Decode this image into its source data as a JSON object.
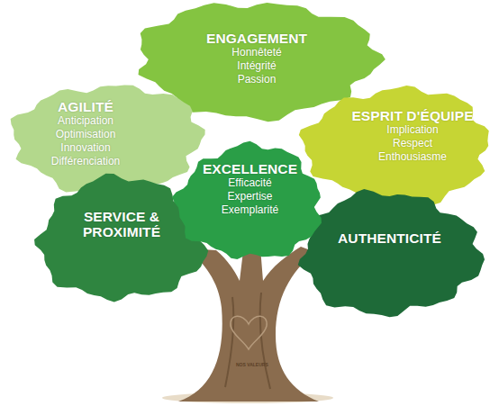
{
  "diagram": {
    "nodes": [
      {
        "text": [
          "ENGAGEMENT",
          "Honnêteté",
          "Intégrité",
          "Passion"
        ]
      },
      {
        "text": [
          "AGILITÉ",
          "Anticipation",
          "Optimisation",
          "Innovation",
          "Différenciation"
        ]
      },
      {
        "text": [
          "ESPRIT D'ÉQUIPE",
          "Implication",
          "Respect",
          "Enthousiasme"
        ]
      },
      {
        "text": [
          "EXCELLENCE",
          "Efficacité",
          "Expertise",
          "Exemplarité"
        ]
      },
      {
        "text": [
          "SERVICE & PROXIMITÉ"
        ]
      },
      {
        "text": [
          "AUTHENTICITÉ"
        ]
      }
    ],
    "labels": [
      "NOS VALEURS"
    ]
  }
}
